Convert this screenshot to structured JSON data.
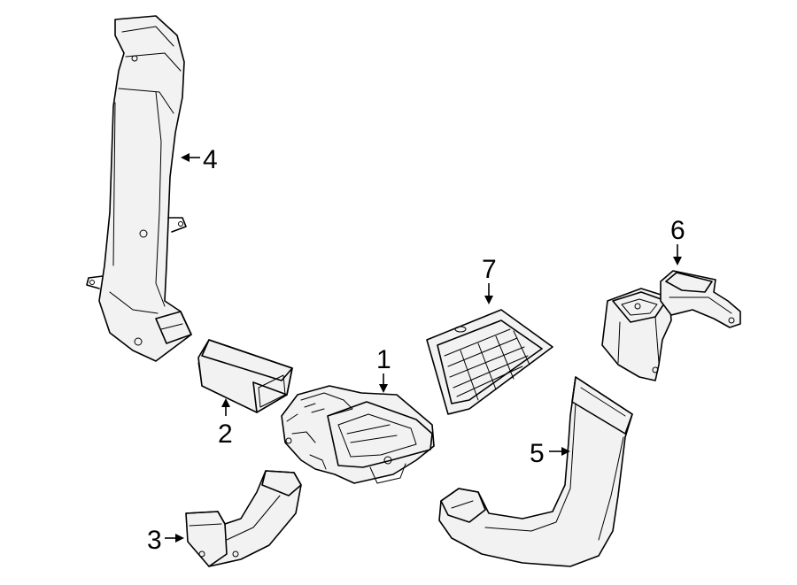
{
  "callouts": {
    "c1": "1",
    "c2": "2",
    "c3": "3",
    "c4": "4",
    "c5": "5",
    "c6": "6",
    "c7": "7"
  },
  "colors": {
    "line": "#000000",
    "background": "#ffffff",
    "fill": "#f2f2f2"
  }
}
